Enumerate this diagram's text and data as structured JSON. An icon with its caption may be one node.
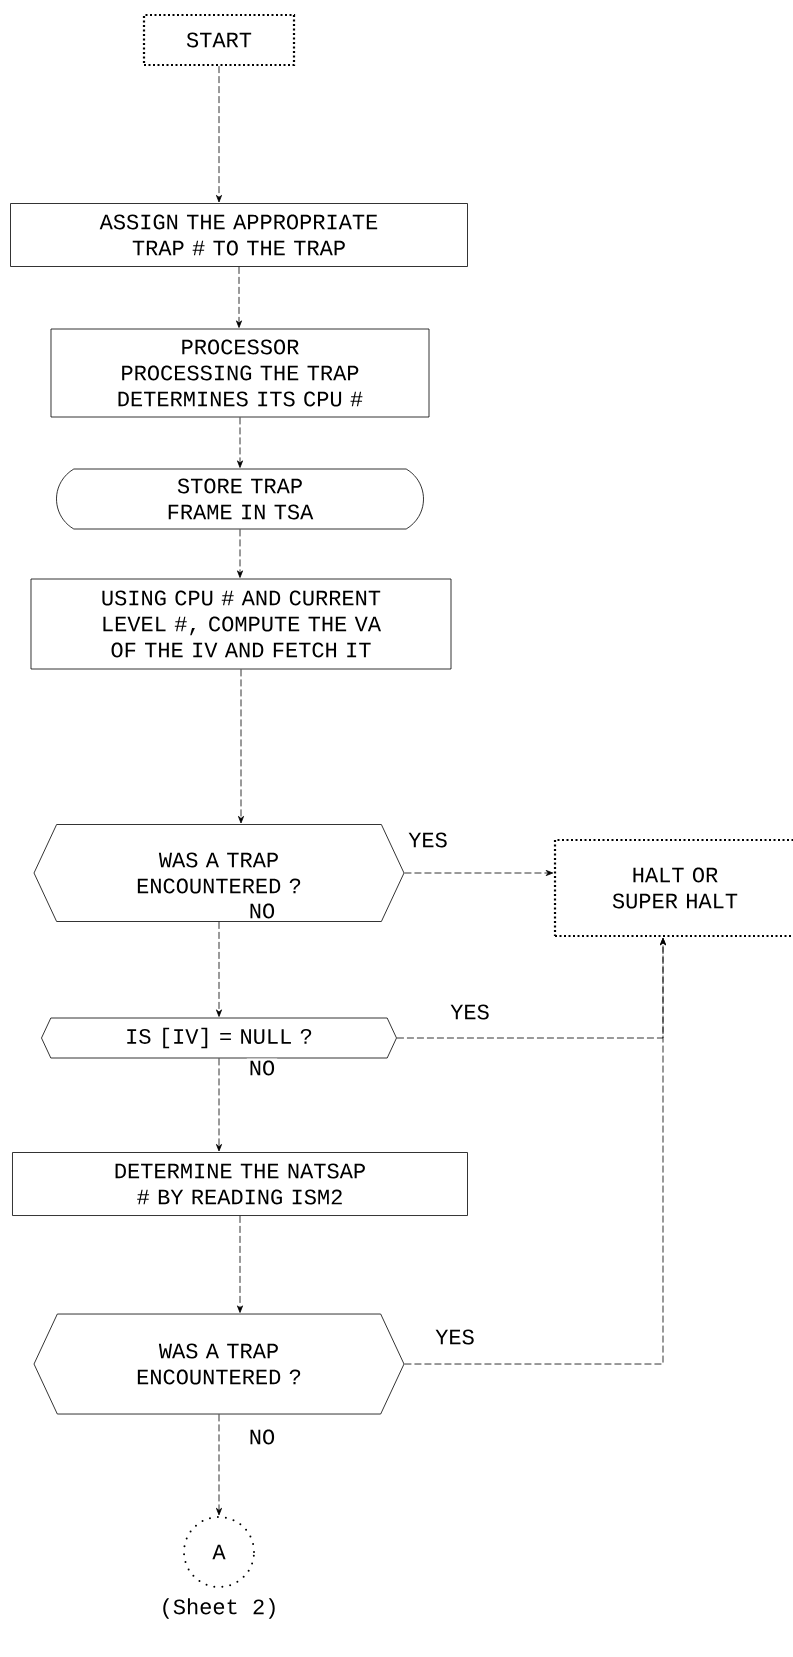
{
  "diagram": {
    "nodes": [
      {
        "text": [
          "START"
        ]
      },
      {
        "text": [
          "ASSIGN THE APPROPRIATE TRAP # TO THE TRAP"
        ]
      },
      {
        "text": [
          "PROCESSOR PROCESSING THE TRAP DETERMINES ITS CPU #"
        ]
      },
      {
        "text": [
          "STORE TRAP FRAME IN TSA"
        ]
      },
      {
        "text": [
          "USING CPU # AND CURRENT LEVEL #, COMPUTE THE VA OF THE IV AND FETCH IT"
        ]
      },
      {
        "text": [
          "WAS A TRAP ENCOUNTERED ?"
        ]
      },
      {
        "text": [
          "HALT OR SUPER HALT"
        ]
      },
      {
        "text": [
          "IS [IV] = NULL ?"
        ]
      },
      {
        "text": [
          "DETERMINE THE NATSAP # BY READING ISM2"
        ]
      },
      {
        "text": [
          "WAS A TRAP ENCOUNTERED ?"
        ]
      },
      {
        "text": [
          "A"
        ],
        "beside": [
          "(Sheet 2)"
        ]
      }
    ],
    "edges": [
      {
        "from": 0,
        "to": 1,
        "arrow": "to"
      },
      {
        "from": 1,
        "to": 2,
        "arrow": "to"
      },
      {
        "from": 2,
        "to": 3,
        "arrow": "to"
      },
      {
        "from": 3,
        "to": 4,
        "arrow": "to"
      },
      {
        "from": 4,
        "to": 5,
        "arrow": "to"
      },
      {
        "from": 5,
        "to": 6,
        "arrow": "to",
        "label": "YES"
      },
      {
        "from": 5,
        "to": 7,
        "arrow": "to",
        "label": "NO"
      },
      {
        "from": 7,
        "to": 6,
        "arrow": "to",
        "label": "YES"
      },
      {
        "from": 7,
        "to": 8,
        "arrow": "to",
        "label": "NO"
      },
      {
        "from": 8,
        "to": 9,
        "arrow": "to"
      },
      {
        "from": 9,
        "to": 6,
        "arrow": "to",
        "label": "YES"
      },
      {
        "from": 9,
        "to": 10,
        "arrow": "to",
        "label": "NO"
      }
    ]
  }
}
